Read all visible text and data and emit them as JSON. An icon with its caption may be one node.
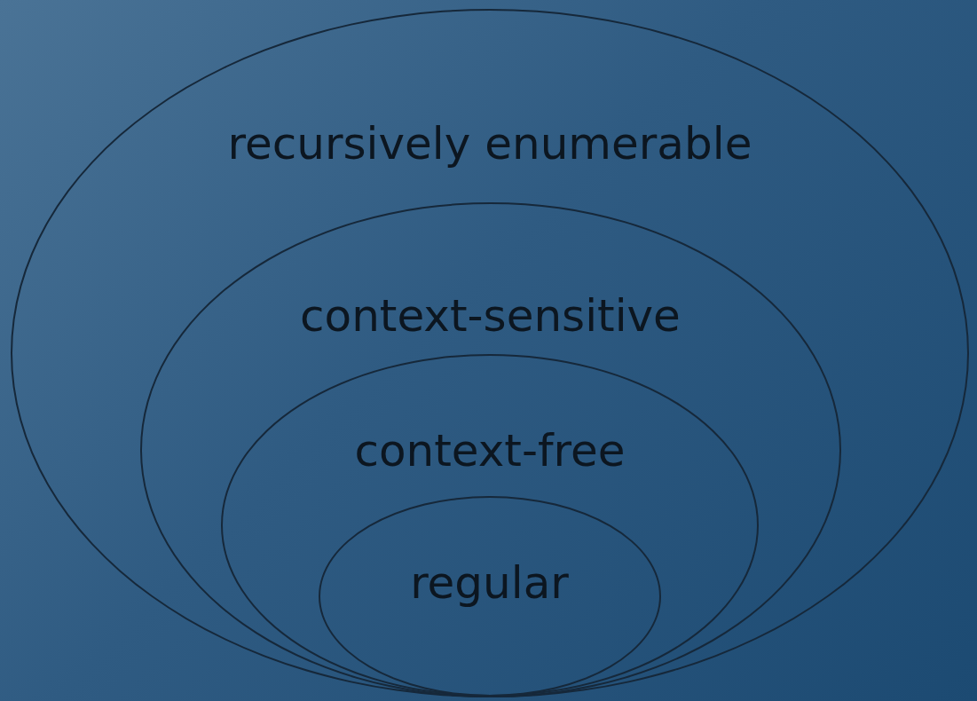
{
  "diagram": {
    "nodes": [
      {
        "text": [
          "recursively enumerable"
        ]
      },
      {
        "text": [
          "context-sensitive"
        ],
        "in": 0
      },
      {
        "text": [
          "context-free"
        ],
        "in": 1
      },
      {
        "text": [
          "regular"
        ],
        "in": 2
      }
    ]
  }
}
